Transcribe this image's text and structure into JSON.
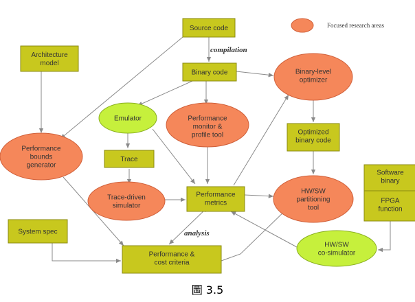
{
  "legend": {
    "label": "Focused research areas"
  },
  "nodes": {
    "source_code": [
      "Source code"
    ],
    "binary_code": [
      "Binary code"
    ],
    "architecture_model": [
      "Architecture",
      "model"
    ],
    "binary_optimizer": [
      "Binary-level",
      "optimizer"
    ],
    "emulator": [
      "Emulator"
    ],
    "perf_monitor": [
      "Performance",
      "monitor &",
      "profile tool"
    ],
    "perf_bounds": [
      "Performance",
      "bounds",
      "generator"
    ],
    "optimized_binary": [
      "Optimized",
      "binary code"
    ],
    "trace": [
      "Trace"
    ],
    "software_binary": [
      "Software",
      "binary"
    ],
    "fpga_function": [
      "FPGA",
      "function"
    ],
    "trace_simulator": [
      "Trace-driven",
      "simulator"
    ],
    "perf_metrics": [
      "Performance",
      "metrics"
    ],
    "hwsw_partitioning": [
      "HW/SW",
      "partitioning",
      "tool"
    ],
    "system_spec": [
      "System spec"
    ],
    "perf_criteria": [
      "Performance &",
      "cost criteria"
    ],
    "hwsw_cosim": [
      "HW/SW",
      "co-simulator"
    ]
  },
  "edge_labels": {
    "compilation": "compilation",
    "analysis": "analysis"
  },
  "caption": "圖 3.5"
}
